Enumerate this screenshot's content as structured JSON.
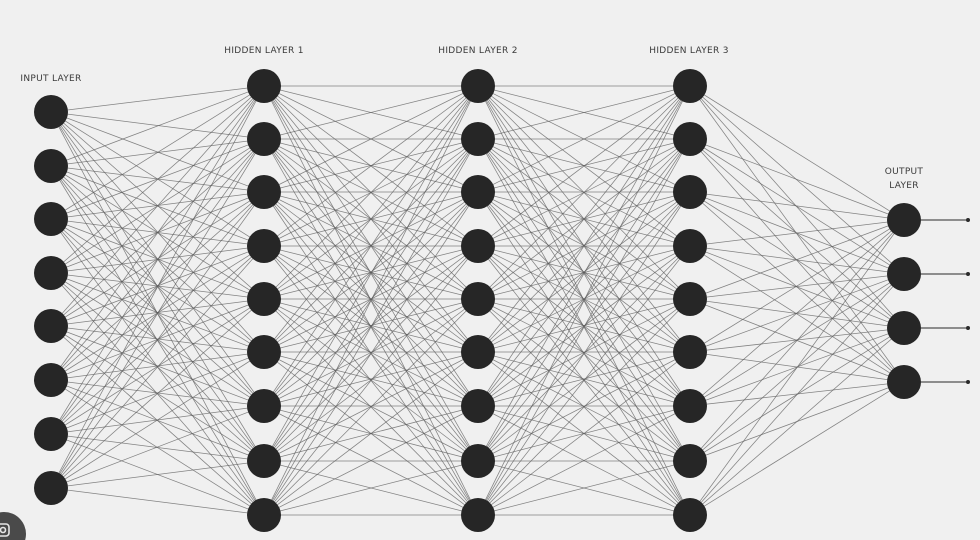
{
  "diagram": {
    "type": "feedforward-neural-network",
    "layers": [
      {
        "id": "input",
        "label": "INPUT LAYER",
        "neurons": 8
      },
      {
        "id": "hidden1",
        "label": "HIDDEN LAYER 1",
        "neurons": 9
      },
      {
        "id": "hidden2",
        "label": "HIDDEN LAYER 2",
        "neurons": 9
      },
      {
        "id": "hidden3",
        "label": "HIDDEN LAYER 3",
        "neurons": 9
      },
      {
        "id": "output",
        "label": "OUTPUT LAYER",
        "neurons": 4
      }
    ],
    "connectivity": "fully-connected",
    "output_arrows": true,
    "colors": {
      "background": "#f0f0f0",
      "neuron": "#262626",
      "edge": "#5e5e5e",
      "label": "#3a3a3a"
    }
  },
  "overlay": {
    "corner_icon": "lens-icon"
  }
}
